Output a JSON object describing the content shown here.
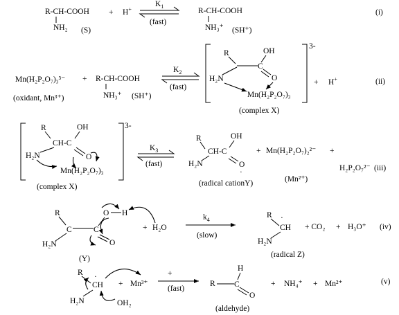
{
  "reactions": [
    {
      "id": "i",
      "label": "(i)",
      "reactant": {
        "formula": "R-CH-COOH",
        "substituent": "NH₂",
        "name": "(S)"
      },
      "plus": "+",
      "proton": {
        "base": "H",
        "charge": "+"
      },
      "constant": {
        "base": "K",
        "sub": "1"
      },
      "condition": "(fast)",
      "product": {
        "formula": "R-CH-COOH",
        "substituent": "NH₃⁺",
        "name": "(SH⁺)"
      }
    },
    {
      "id": "ii",
      "label": "(ii)",
      "oxidant": {
        "formula": "Mn(H₂P₂O₇)₃³⁻",
        "name": "(oxidant, Mn³⁺)"
      },
      "plus": "+",
      "substrate": {
        "formula": "R-CH-COOH",
        "substituent": "NH₃⁺",
        "name": "(SH⁺)"
      },
      "constant": {
        "base": "K",
        "sub": "2"
      },
      "condition": "(fast)",
      "complex": {
        "r": "R",
        "oh": "OH",
        "c": "C",
        "o": "O",
        "n": "H₂N",
        "metal": "Mn(H₂P₂O₇)₃",
        "charge": "3-",
        "name": "(complex X)"
      },
      "plus2": "+",
      "proton": {
        "base": "H",
        "charge": "+"
      }
    },
    {
      "id": "iii",
      "label": "(iii)",
      "complex": {
        "r": "R",
        "oh": "OH",
        "c": "CH-C",
        "o": "O",
        "n": "H₂N",
        "metal": "Mn(H₂P₂O₇)₃",
        "charge": "3-",
        "name": "(complex X)"
      },
      "constant": {
        "base": "K",
        "sub": "3"
      },
      "condition": "(fast)",
      "radical": {
        "r": "R",
        "oh": "OH",
        "ch": "CH-C",
        "n": "H₂N",
        "o": "O",
        "name": "(radical cationY)"
      },
      "plus": "+",
      "mn2": {
        "formula": "Mn(H₂P₂O₇)₂²⁻",
        "name": "(Mn²⁺)"
      },
      "plus2": "+",
      "pyro": "H₂P₂O₇²⁻"
    },
    {
      "id": "iv",
      "label": "(iv)",
      "y": {
        "r": "R",
        "c1": "C",
        "c2": "C",
        "n": "H₂N",
        "o": "O",
        "oh_o": "O",
        "oh_h": "H",
        "name": "(Y)"
      },
      "plus": "+",
      "water": "H₂O",
      "constant": {
        "base": "k",
        "sub": "4"
      },
      "condition": "(slow)",
      "radical": {
        "r": "R",
        "ch": "CH",
        "n": "H₂N",
        "name": "(radical Z)"
      },
      "products": [
        "+ CO₂",
        "+",
        "H₃O⁺"
      ]
    },
    {
      "id": "v",
      "label": "(v)",
      "radical": {
        "r": "R",
        "ch": "CH",
        "n": "H₂N",
        "water": "OH₂"
      },
      "plus": "+",
      "mn3": "Mn³⁺",
      "top": "+",
      "condition": "(fast)",
      "aldehyde": {
        "r": "R",
        "c": "C",
        "h": "H",
        "o": "O",
        "name": "(aldehyde)"
      },
      "products": [
        "+",
        "NH₄⁺",
        "+",
        "Mn²⁺"
      ]
    }
  ]
}
